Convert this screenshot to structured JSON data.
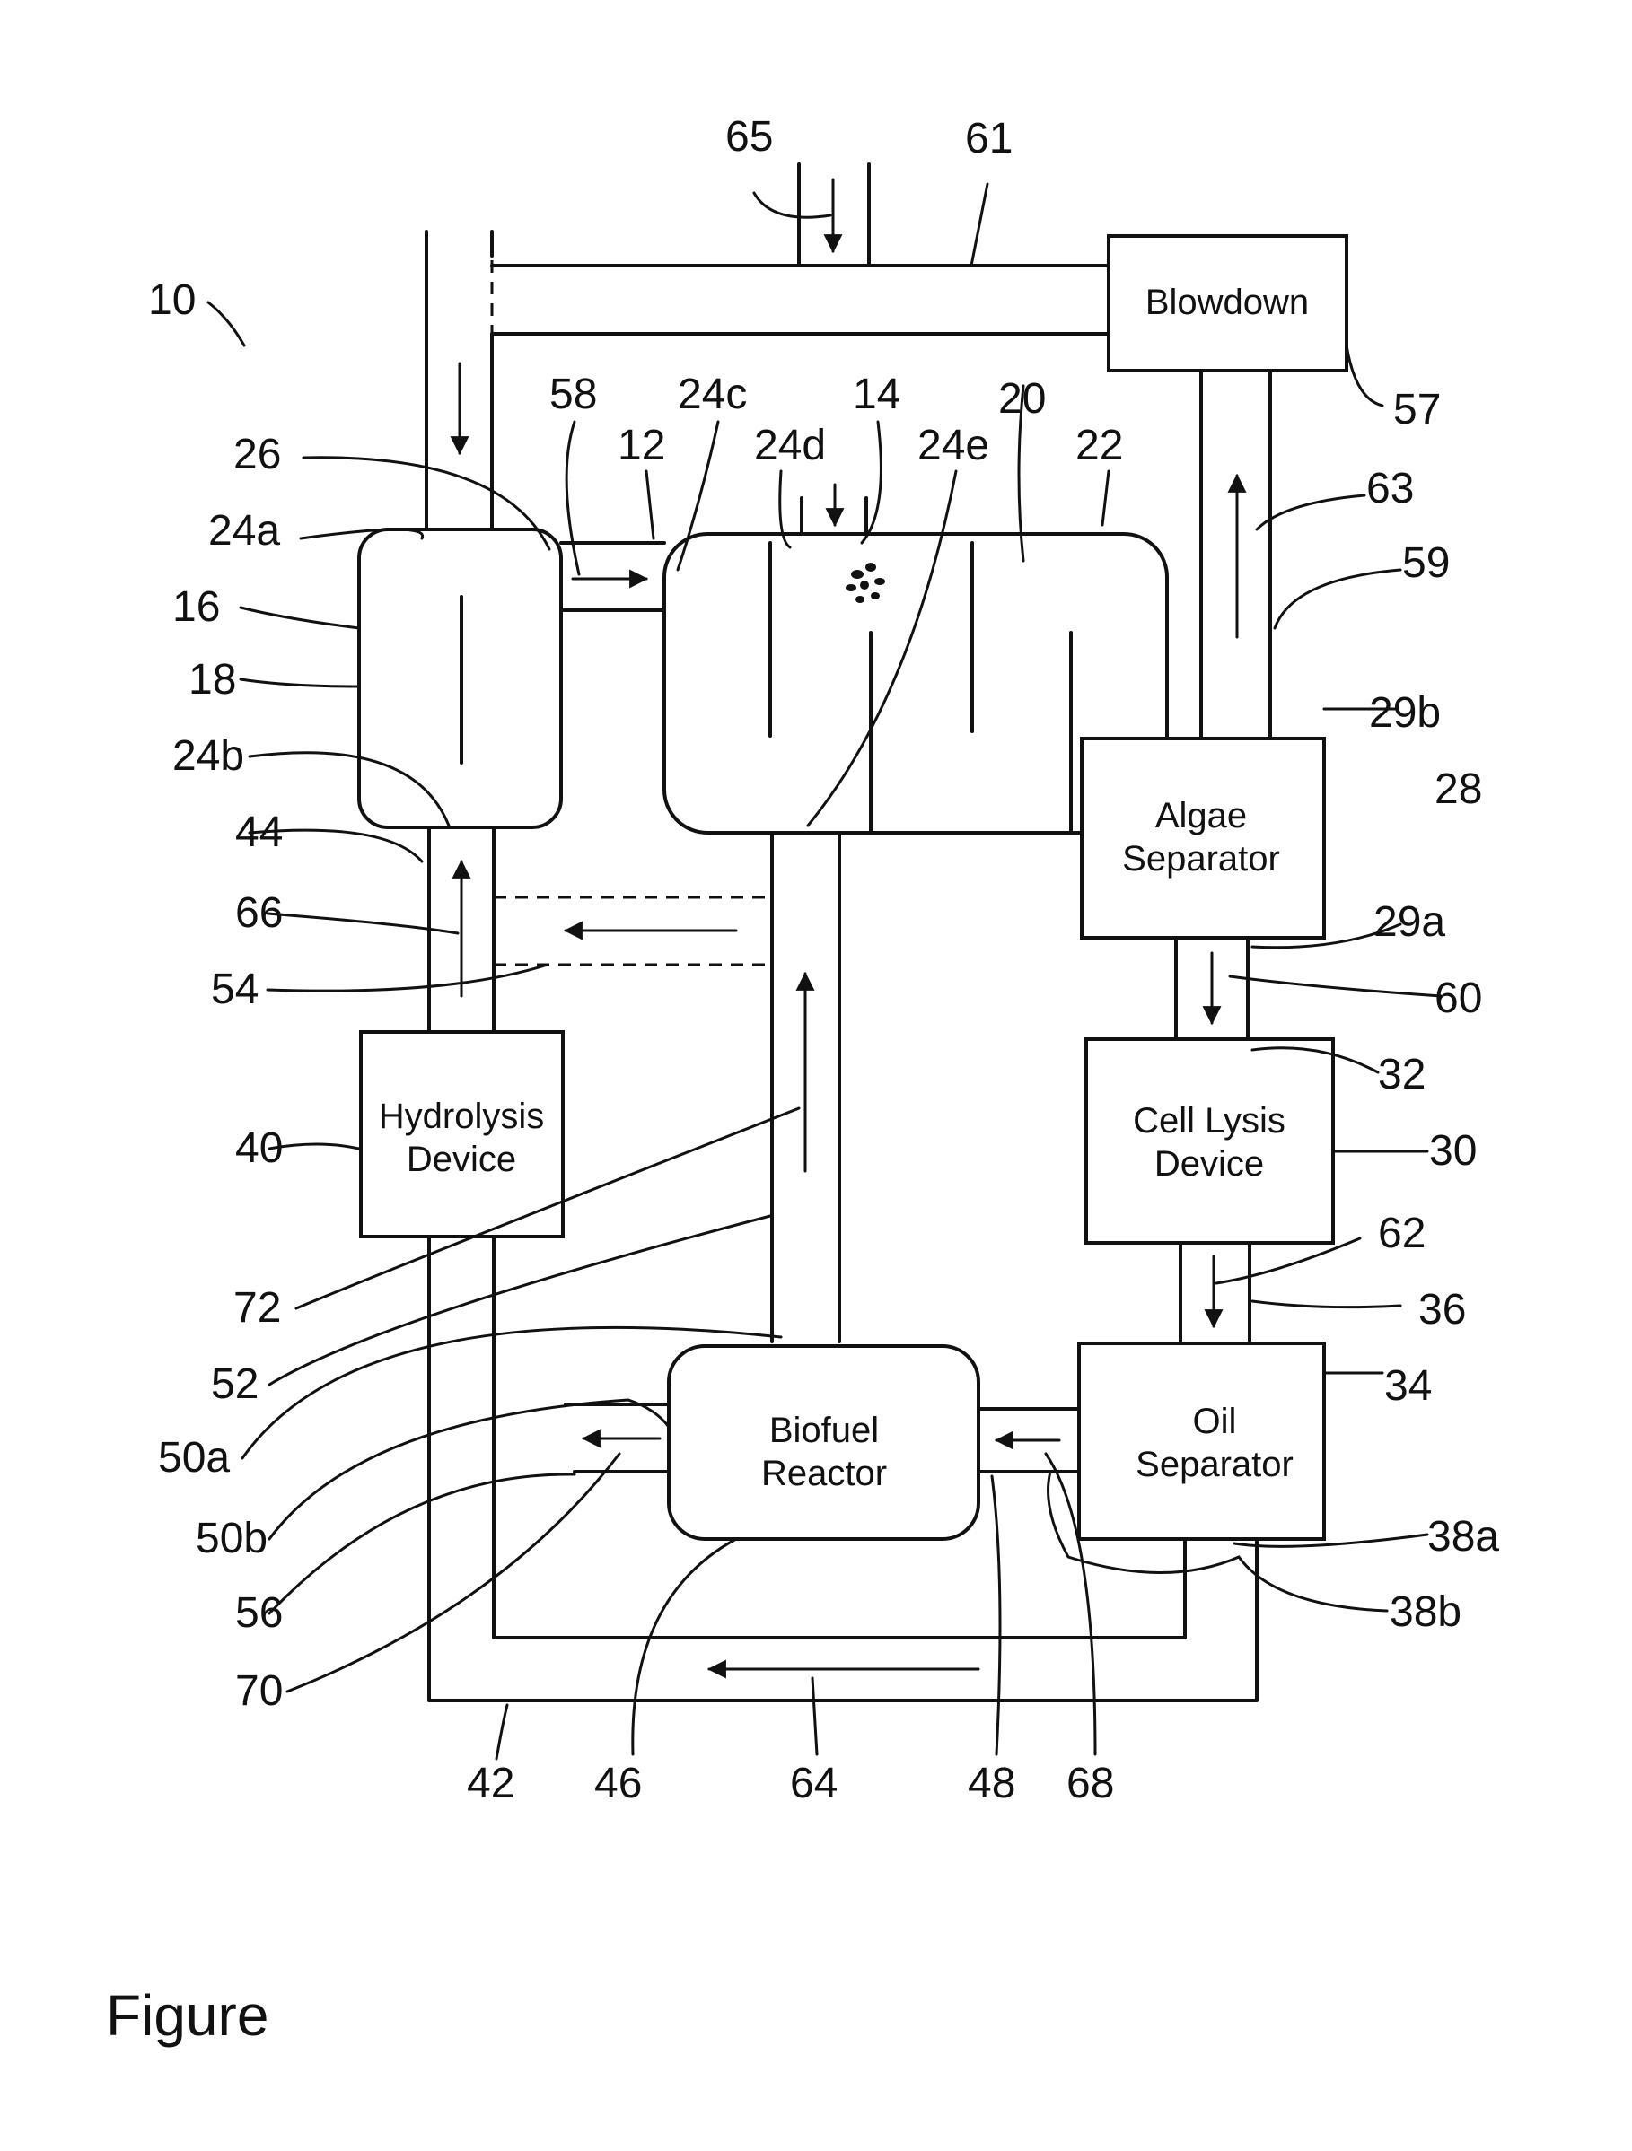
{
  "figure_label": "Figure",
  "boxes": {
    "blowdown": [
      "Blowdown"
    ],
    "algae_separator": [
      "Algae",
      "Separator"
    ],
    "cell_lysis": [
      "Cell Lysis",
      "Device"
    ],
    "oil_separator": [
      "Oil",
      "Separator"
    ],
    "hydrolysis": [
      "Hydrolysis",
      "Device"
    ],
    "biofuel_reactor": [
      "Biofuel",
      "Reactor"
    ]
  },
  "refs": {
    "r10": "10",
    "r65": "65",
    "r61": "61",
    "r57": "57",
    "r63": "63",
    "r59": "59",
    "r58": "58",
    "r24c": "24c",
    "r14": "14",
    "r20": "20",
    "r12": "12",
    "r24d": "24d",
    "r24e": "24e",
    "r22": "22",
    "r26": "26",
    "r24a": "24a",
    "r16": "16",
    "r18": "18",
    "r24b": "24b",
    "r44": "44",
    "r66": "66",
    "r54": "54",
    "r40": "40",
    "r72": "72",
    "r52": "52",
    "r50a": "50a",
    "r50b": "50b",
    "r56": "56",
    "r70": "70",
    "r42": "42",
    "r46": "46",
    "r64": "64",
    "r48": "48",
    "r68": "68",
    "r29b": "29b",
    "r28": "28",
    "r29a": "29a",
    "r60": "60",
    "r32": "32",
    "r30": "30",
    "r62": "62",
    "r36": "36",
    "r34": "34",
    "r38a": "38a",
    "r38b": "38b"
  }
}
